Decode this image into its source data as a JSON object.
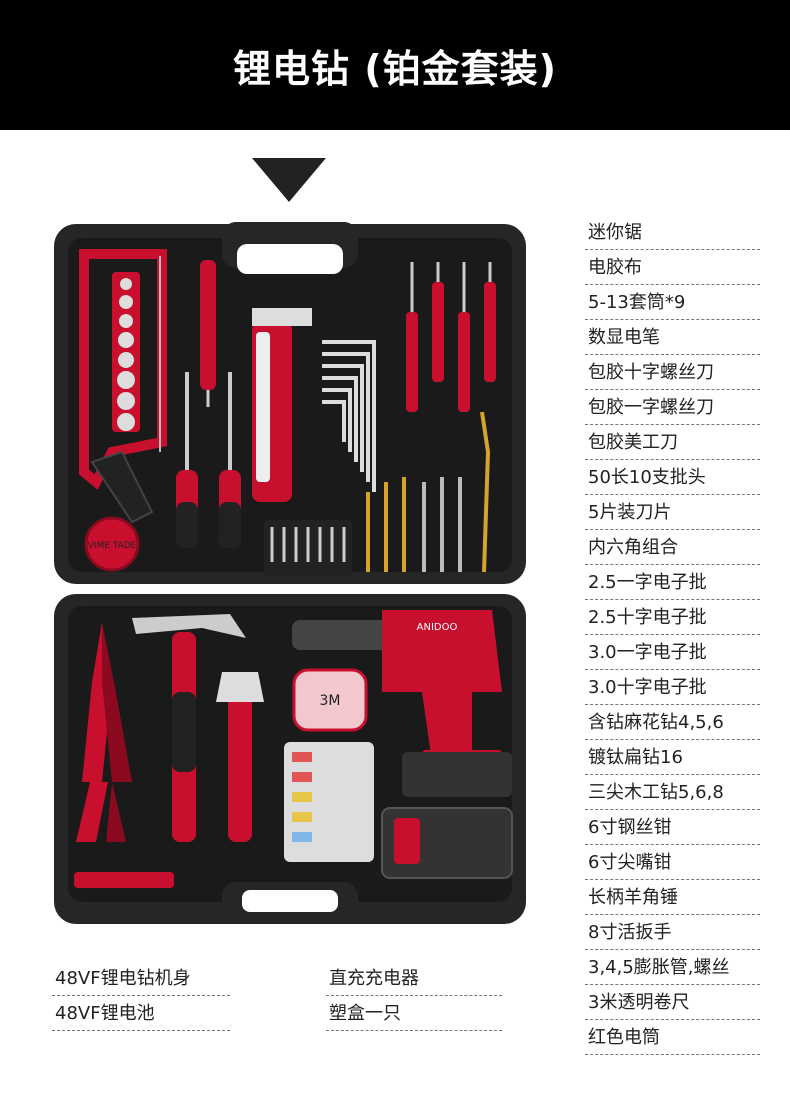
{
  "header": {
    "title": "锂电钻 (铂金套装)"
  },
  "product_image": {
    "case_color": "#2a2a2a",
    "accent": "#c8102e",
    "tape_label": "VIME TADE",
    "drill_brand": "ANIDOO",
    "tape_measure_label": "3M"
  },
  "contents_list": [
    "迷你锯",
    "电胶布",
    "5-13套筒*9",
    "数显电笔",
    "包胶十字螺丝刀",
    "包胶一字螺丝刀",
    "包胶美工刀",
    "50长10支批头",
    "5片装刀片",
    "内六角组合",
    "2.5一字电子批",
    "2.5十字电子批",
    "3.0一字电子批",
    "3.0十字电子批",
    "含钻麻花钻4,5,6",
    "镀钛扁钻16",
    "三尖木工钻5,6,8",
    "6寸钢丝钳",
    "6寸尖嘴钳",
    "长柄羊角锤",
    "8寸活扳手",
    "3,4,5膨胀管,螺丝",
    "3米透明卷尺",
    "红色电筒"
  ],
  "bottom_list": {
    "col1": [
      "48VF锂电钻机身",
      "48VF锂电池"
    ],
    "col2": [
      "直充充电器",
      "塑盒一只"
    ]
  }
}
